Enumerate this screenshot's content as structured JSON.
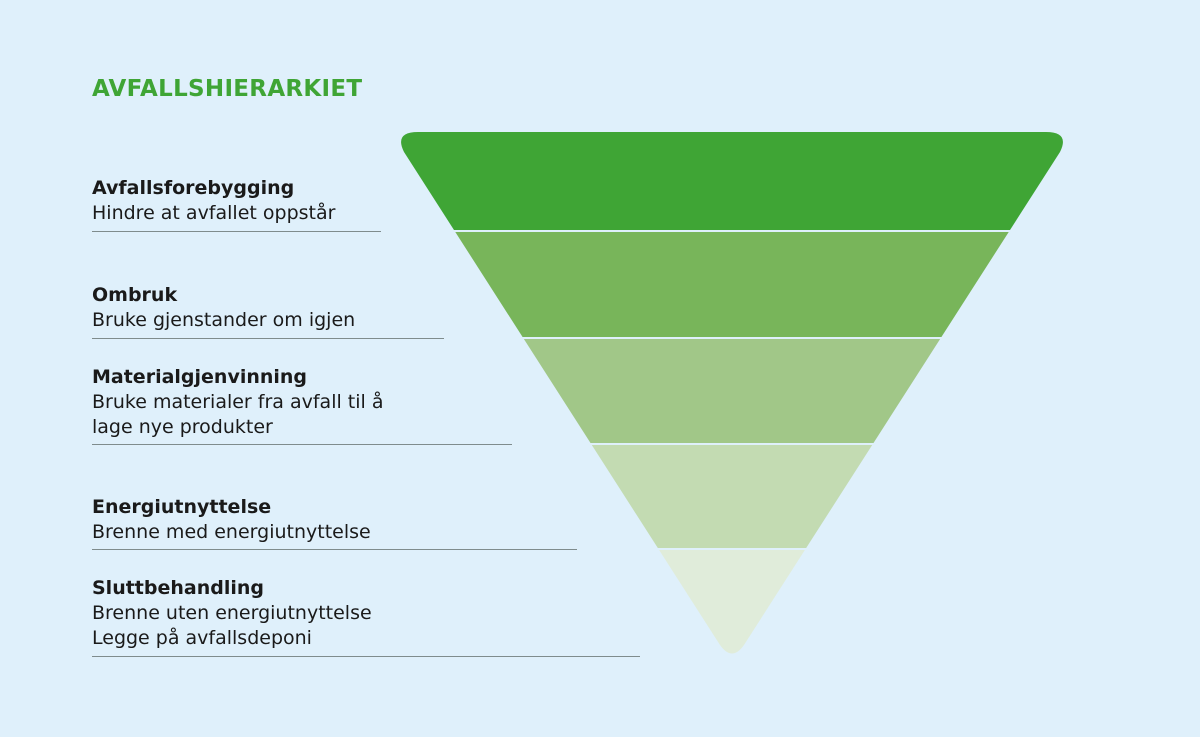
{
  "title": "AVFALLSHIERARKIET",
  "levels": [
    {
      "heading": "Avfallsforebygging",
      "lines": [
        "Hindre at avfallet oppstår"
      ],
      "color": "#3fa535"
    },
    {
      "heading": "Ombruk",
      "lines": [
        "Bruke gjenstander om igjen"
      ],
      "color": "#78b55a"
    },
    {
      "heading": "Materialgjenvinning",
      "lines": [
        "Bruke materialer fra avfall til å",
        "lage nye produkter"
      ],
      "color": "#a1c788"
    },
    {
      "heading": "Energiutnyttelse",
      "lines": [
        "Brenne med energiutnyttelse"
      ],
      "color": "#c3dbb2"
    },
    {
      "heading": "Sluttbehandling",
      "lines": [
        "Brenne uten energiutnyttelse",
        "Legge på avfallsdeponi"
      ],
      "color": "#e0ecda"
    }
  ],
  "colors": {
    "background": "#dff0fb",
    "title": "#3fa535",
    "divider": "#7f8c8d"
  }
}
